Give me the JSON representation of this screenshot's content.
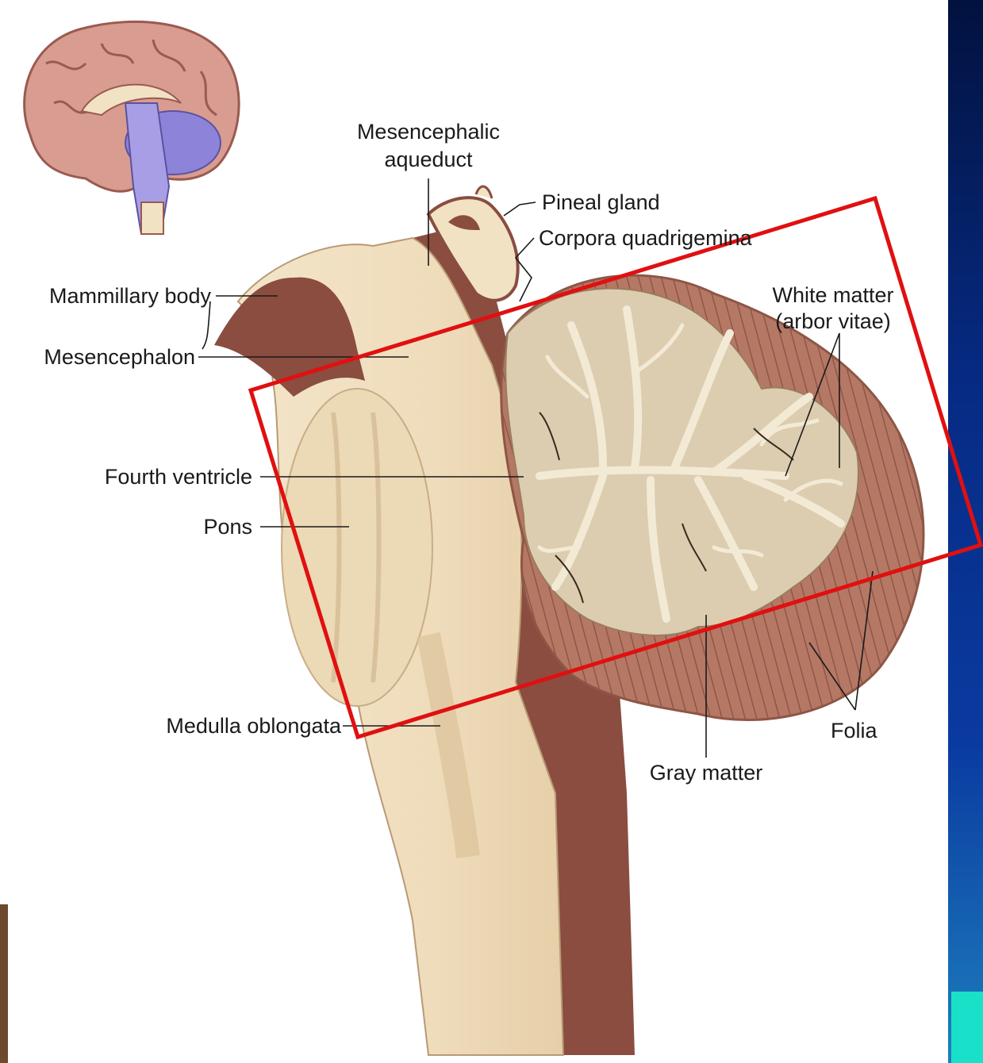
{
  "labels": {
    "mesencephalic_aqueduct_1": "Mesencephalic",
    "mesencephalic_aqueduct_2": "aqueduct",
    "pineal_gland": "Pineal gland",
    "corpora_quadrigemina": "Corpora quadrigemina",
    "mammillary_body": "Mammillary body",
    "mesencephalon": "Mesencephalon",
    "white_matter_1": "White matter",
    "white_matter_2": "(arbor vitae)",
    "fourth_ventricle": "Fourth ventricle",
    "pons": "Pons",
    "medulla_oblongata": "Medulla oblongata",
    "gray_matter": "Gray matter",
    "folia": "Folia"
  },
  "colors": {
    "background_top": "#02123f",
    "background_bottom": "#1d7fbe",
    "panel": "#ffffff",
    "brainstem": "#f1e1c2",
    "cerebellum_outer": "#b57865",
    "cerebellum_inner": "#dccdb0",
    "arbor_vitae": "#f3ead6",
    "highlight_box": "#e01010",
    "inset_cerebrum": "#d89a8e",
    "inset_cerebellum": "#8d83d8"
  }
}
